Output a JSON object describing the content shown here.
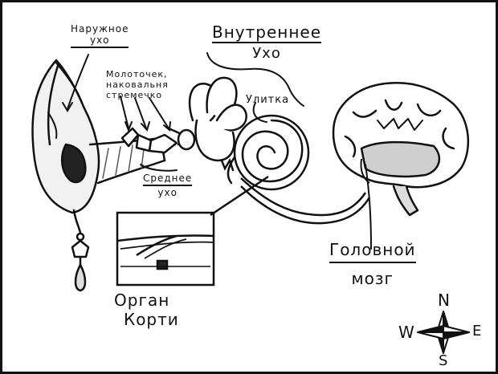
{
  "labels": {
    "outer_ear": [
      "Наружное",
      "ухо"
    ],
    "inner_ear": [
      "Внутреннее",
      "Ухо"
    ],
    "ossicles": [
      "Молоточек,",
      "наковальня",
      "стремечко"
    ],
    "cochlea": "Улитка",
    "middle_ear": [
      "Среднее",
      "ухо"
    ],
    "organ_corti": [
      "Орган",
      "Корти"
    ],
    "brain": [
      "Головной",
      "мозг"
    ]
  },
  "compass": {
    "n": "N",
    "s": "S",
    "e": "E",
    "w": "W"
  }
}
